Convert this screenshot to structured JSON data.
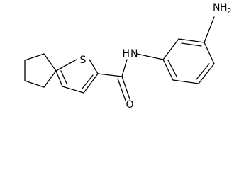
{
  "molecule": {
    "atoms": {
      "sulfur": "S",
      "amide_nitrogen": "N",
      "amide_hydrogen": "H",
      "carbonyl_oxygen": "O",
      "amine_nitrogen": "N",
      "amine_hydrogen": "H",
      "amine_hydrogen_count": "2"
    }
  },
  "colors": {
    "bond": "#000000",
    "label": "#000000",
    "background": "#ffffff"
  }
}
